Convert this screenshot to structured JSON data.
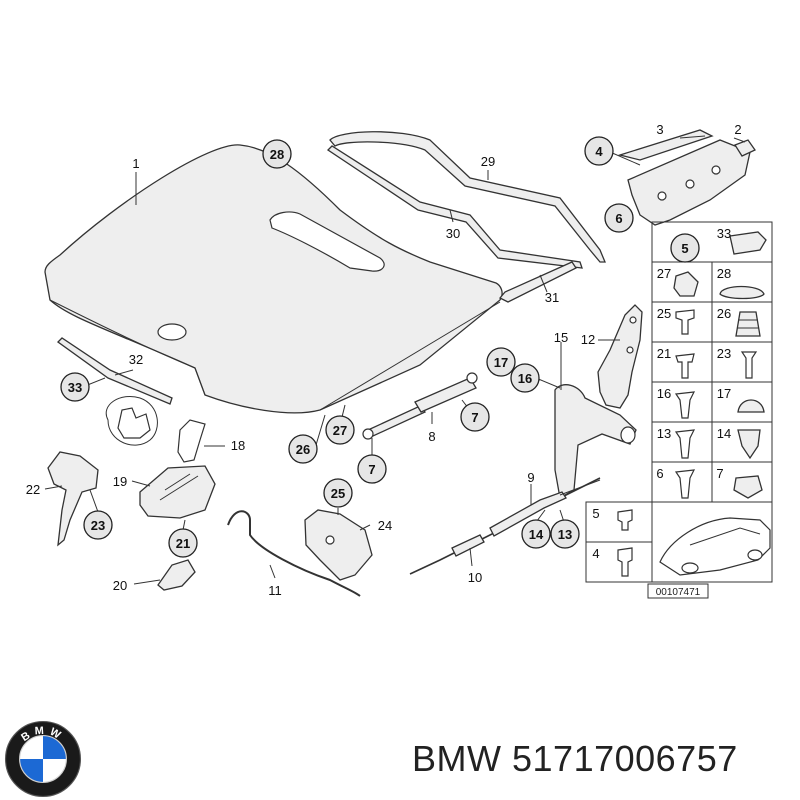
{
  "diagram": {
    "catalog_code": "00107471",
    "labels": [
      {
        "id": "l1",
        "text": "1"
      },
      {
        "id": "l29",
        "text": "29"
      },
      {
        "id": "l30",
        "text": "30"
      },
      {
        "id": "l31",
        "text": "31"
      },
      {
        "id": "l32",
        "text": "32"
      },
      {
        "id": "l3",
        "text": "3"
      },
      {
        "id": "l2",
        "text": "2"
      },
      {
        "id": "l15",
        "text": "15"
      },
      {
        "id": "l12",
        "text": "12"
      },
      {
        "id": "l18",
        "text": "18"
      },
      {
        "id": "l8",
        "text": "8"
      },
      {
        "id": "l19",
        "text": "19"
      },
      {
        "id": "l22",
        "text": "22"
      },
      {
        "id": "l9",
        "text": "9"
      },
      {
        "id": "l24",
        "text": "24"
      },
      {
        "id": "l20",
        "text": "20"
      },
      {
        "id": "l11",
        "text": "11"
      },
      {
        "id": "l10",
        "text": "10"
      }
    ],
    "bubbles": [
      {
        "id": "b28",
        "text": "28"
      },
      {
        "id": "b4",
        "text": "4"
      },
      {
        "id": "b6",
        "text": "6"
      },
      {
        "id": "b5",
        "text": "5"
      },
      {
        "id": "b33",
        "text": "33"
      },
      {
        "id": "b17",
        "text": "17"
      },
      {
        "id": "b16",
        "text": "16"
      },
      {
        "id": "b7a",
        "text": "7"
      },
      {
        "id": "b7b",
        "text": "7"
      },
      {
        "id": "b26",
        "text": "26"
      },
      {
        "id": "b27",
        "text": "27"
      },
      {
        "id": "b23",
        "text": "23"
      },
      {
        "id": "b21",
        "text": "21"
      },
      {
        "id": "b25",
        "text": "25"
      },
      {
        "id": "b14",
        "text": "14"
      },
      {
        "id": "b13",
        "text": "13"
      }
    ],
    "grid_cells": [
      {
        "id": "g33",
        "text": "33"
      },
      {
        "id": "g27",
        "text": "27"
      },
      {
        "id": "g28",
        "text": "28"
      },
      {
        "id": "g25",
        "text": "25"
      },
      {
        "id": "g26",
        "text": "26"
      },
      {
        "id": "g21",
        "text": "21"
      },
      {
        "id": "g23",
        "text": "23"
      },
      {
        "id": "g16",
        "text": "16"
      },
      {
        "id": "g17",
        "text": "17"
      },
      {
        "id": "g13",
        "text": "13"
      },
      {
        "id": "g14",
        "text": "14"
      },
      {
        "id": "g6",
        "text": "6"
      },
      {
        "id": "g7",
        "text": "7"
      },
      {
        "id": "g5",
        "text": "5"
      },
      {
        "id": "g4",
        "text": "4"
      }
    ]
  },
  "footer": {
    "brand": "BMW",
    "part_number": "51717006757",
    "logo_letters": "BMW",
    "colors": {
      "logo_blue": "#1c69d4",
      "logo_ring": "#1a1a1a",
      "text": "#222222"
    }
  }
}
